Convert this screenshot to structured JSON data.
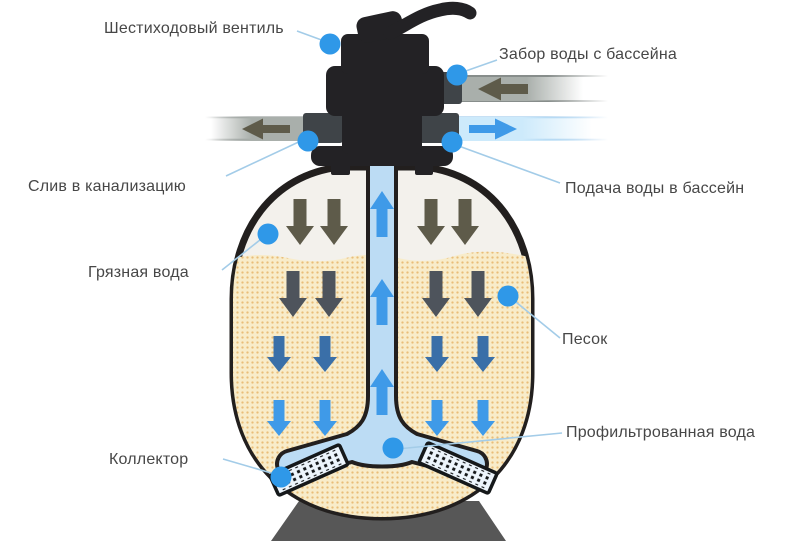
{
  "labels": {
    "valve": "Шестиходовый вентиль",
    "intake": "Забор воды с бассейна",
    "drain": "Слив в канализацию",
    "supply": "Подача воды в бассейн",
    "dirty_water": "Грязная вода",
    "sand": "Песок",
    "collector": "Коллектор",
    "filtered_water": "Профильтрованная вода"
  },
  "colors": {
    "background": "#ffffff",
    "label_text": "#474747",
    "leader_line": "#a3cce8",
    "marker_dot": "#2f98e8",
    "outline": "#221f1e",
    "tank_interior": "#f3f1ec",
    "sand_base": "#f8ecca",
    "sand_dot": "#e9bd78",
    "water_pipe": "#bcdcf4",
    "strainer_fill": "#edf5fc",
    "strainer_dot": "#15181a",
    "arrow_dirty": "#5e5b4a",
    "arrow_dark": "#4e545c",
    "arrow_steel": "#3a6fa8",
    "arrow_clean": "#3f9ae8",
    "pipe_gray": "#a9afab",
    "pipe_gray_edge": "#878d8b",
    "pipe_blue": "#cdeafb",
    "pipe_blue_edge": "#8fc0e8",
    "connector": "#3f4448",
    "valve_black": "#232225",
    "pedestal": "#575757"
  }
}
